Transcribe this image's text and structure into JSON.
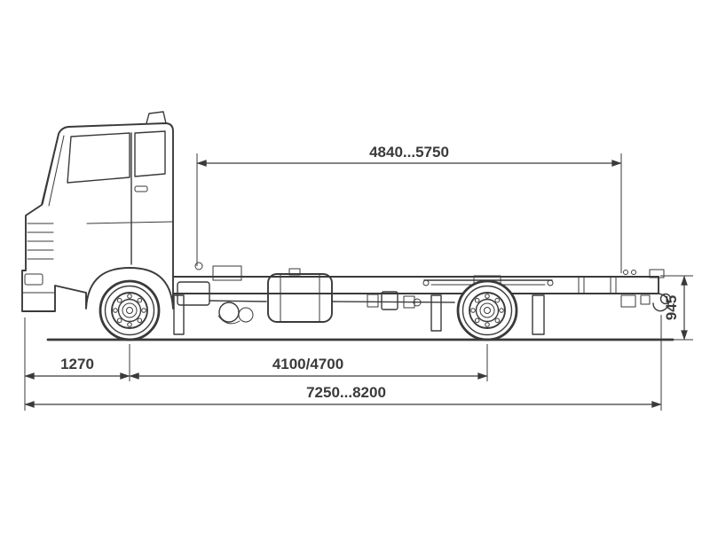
{
  "diagram": {
    "dimensions": {
      "upper_frame_length": "4840...5750",
      "frame_height": "945",
      "front_overhang": "1270",
      "wheelbase": "4100/4700",
      "overall_length": "7250...8200"
    },
    "colors": {
      "line": "#3a3a3a",
      "background": "#ffffff"
    }
  }
}
